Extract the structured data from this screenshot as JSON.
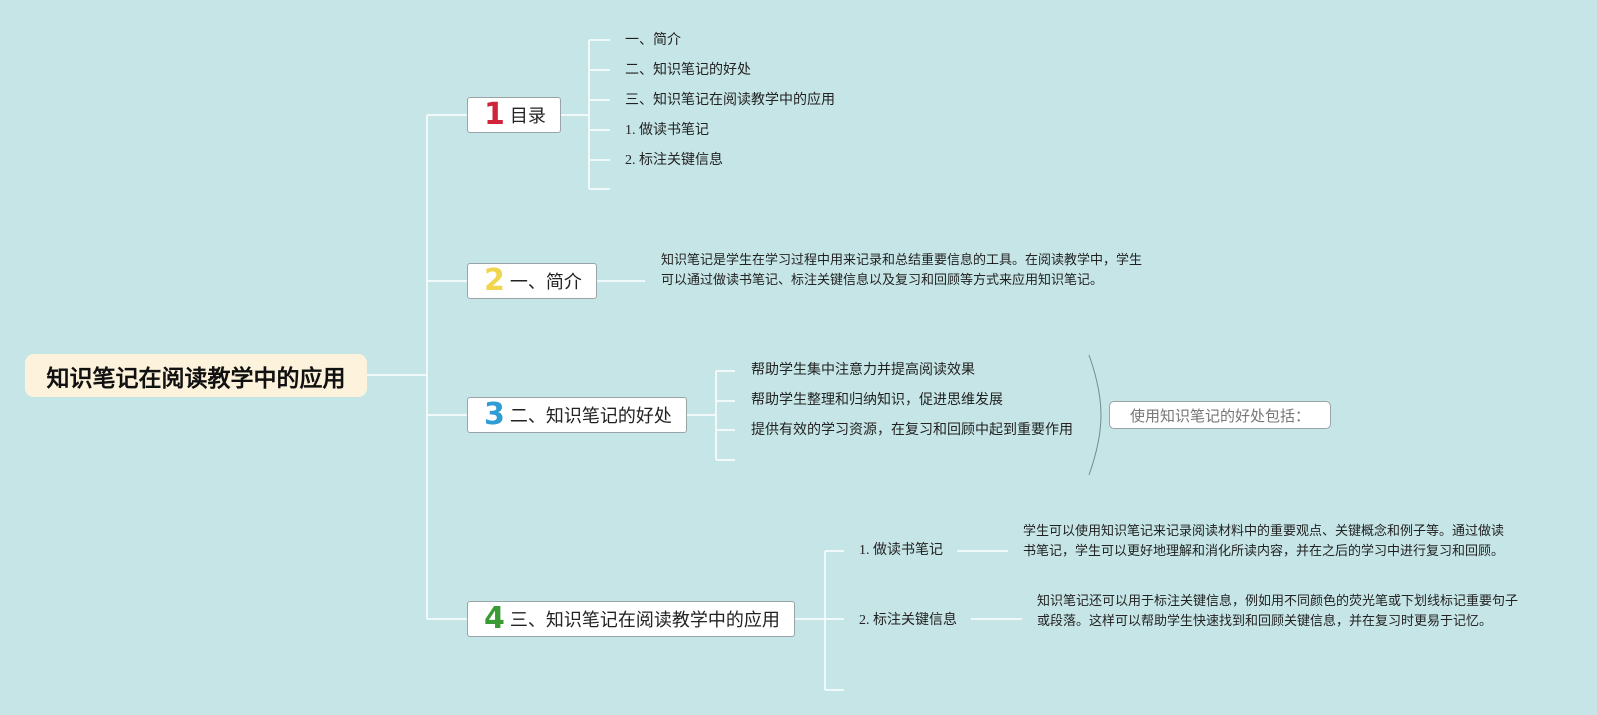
{
  "root": {
    "title": "知识笔记在阅读教学中的应用"
  },
  "branches": [
    {
      "number": "1",
      "label": "目录"
    },
    {
      "number": "2",
      "label": "一、简介"
    },
    {
      "number": "3",
      "label": "二、知识笔记的好处"
    },
    {
      "number": "4",
      "label": "三、知识笔记在阅读教学中的应用"
    }
  ],
  "toc": {
    "items": [
      "一、简介",
      "二、知识笔记的好处",
      "三、知识笔记在阅读教学中的应用",
      "1. 做读书笔记",
      "2. 标注关键信息"
    ]
  },
  "intro": {
    "text": "知识笔记是学生在学习过程中用来记录和总结重要信息的工具。在阅读教学中，学生可以通过做读书笔记、标注关键信息以及复习和回顾等方式来应用知识笔记。"
  },
  "benefits": {
    "items": [
      "帮助学生集中注意力并提高阅读效果",
      "帮助学生整理和归纳知识，促进思维发展",
      "提供有效的学习资源，在复习和回顾中起到重要作用"
    ],
    "summary": "使用知识笔记的好处包括："
  },
  "application": {
    "subs": [
      {
        "label": "1. 做读书笔记",
        "text": "学生可以使用知识笔记来记录阅读材料中的重要观点、关键概念和例子等。通过做读书笔记，学生可以更好地理解和消化所读内容，并在之后的学习中进行复习和回顾。"
      },
      {
        "label": "2. 标注关键信息",
        "text": "知识笔记还可以用于标注关键信息，例如用不同颜色的荧光笔或下划线标记重要句子或段落。这样可以帮助学生快速找到和回顾关键信息，并在复习时更易于记忆。"
      }
    ]
  },
  "colors": {
    "background": "#c6e5e7",
    "root_fill": "#fdf3dc",
    "num1": "#d0243b",
    "num2": "#f1d54f",
    "num3": "#2f9cd3",
    "num4": "#3a9b35"
  }
}
